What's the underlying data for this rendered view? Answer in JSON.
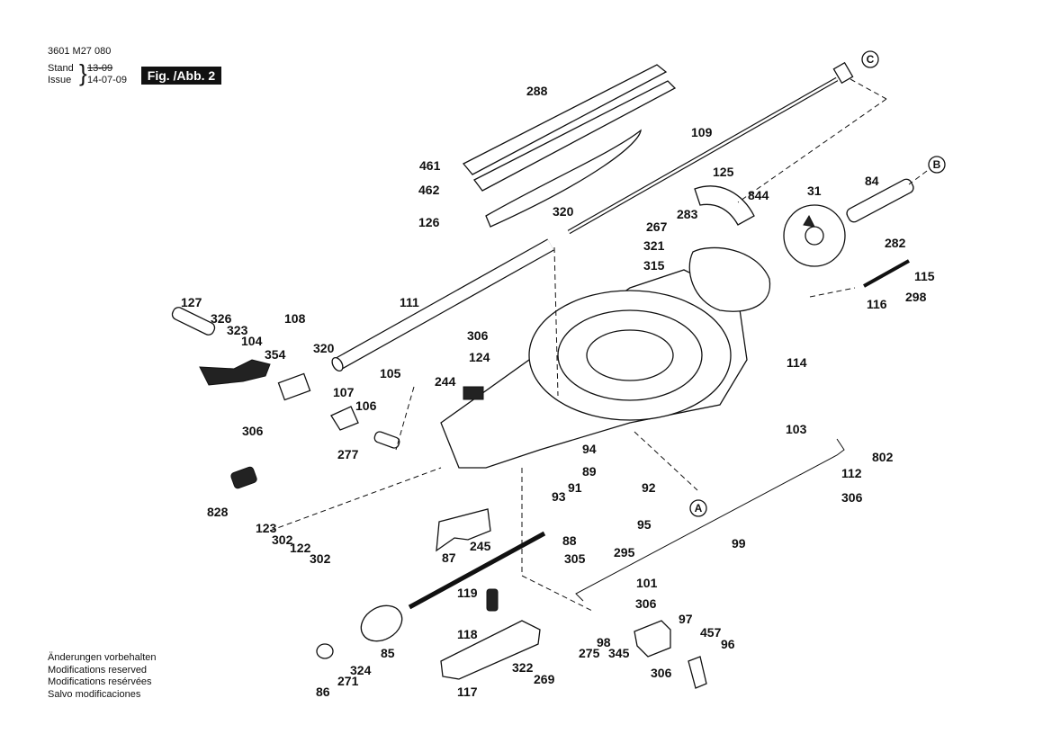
{
  "header": {
    "part_number": "3601 M27 080",
    "stand_label": "Stand",
    "issue_label": "Issue",
    "stand_date": "13-09",
    "issue_date": "14-07-09",
    "figure": "Fig. /Abb. 2"
  },
  "modifications": [
    "Änderungen vorbehalten",
    "Modifications reserved",
    "Modifications resérvées",
    "Salvo modificaciones"
  ],
  "refs": {
    "a": "A",
    "b": "B",
    "c": "C"
  },
  "callouts": [
    "288",
    "461",
    "462",
    "126",
    "109",
    "125",
    "844",
    "283",
    "320",
    "267",
    "321",
    "315",
    "31",
    "84",
    "282",
    "115",
    "298",
    "116",
    "127",
    "326",
    "323",
    "104",
    "354",
    "108",
    "320",
    "111",
    "306",
    "124",
    "114",
    "244",
    "105",
    "107",
    "106",
    "306",
    "277",
    "103",
    "802",
    "94",
    "89",
    "92",
    "91",
    "93",
    "95",
    "88",
    "295",
    "305",
    "112",
    "306",
    "99",
    "828",
    "123",
    "302",
    "122",
    "302",
    "245",
    "87",
    "119",
    "118",
    "101",
    "306",
    "97",
    "457",
    "96",
    "98",
    "275",
    "345",
    "306",
    "85",
    "324",
    "271",
    "86",
    "117",
    "322",
    "269"
  ]
}
